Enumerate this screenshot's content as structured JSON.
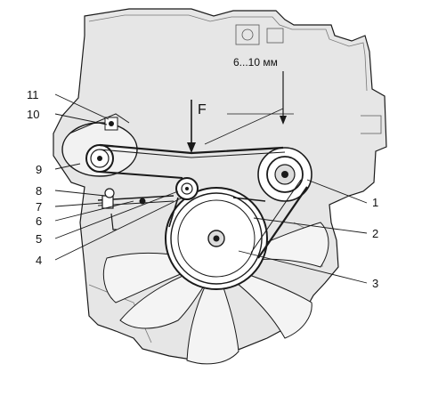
{
  "labels": {
    "force": "F",
    "gap": "6...10 мм",
    "l1": "1",
    "l2": "2",
    "l3": "3",
    "l4": "4",
    "l5": "5",
    "l6": "6",
    "l7": "7",
    "l8": "8",
    "l9": "9",
    "l10": "10",
    "l11": "11"
  },
  "colors": {
    "line": "#1a1a1a",
    "engine_fill": "#e6e6e6",
    "background": "#ffffff"
  }
}
